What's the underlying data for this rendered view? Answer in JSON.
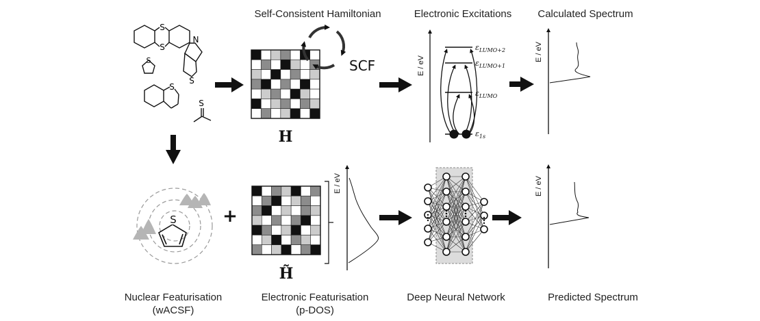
{
  "captions": {
    "self_consistent_hamiltonian": "Self-Consistent Hamiltonian",
    "electronic_excitations": "Electronic Excitations",
    "calculated_spectrum": "Calculated Spectrum",
    "nuclear_featurisation": "Nuclear Featurisation",
    "nuclear_featurisation_sub": "(wACSF)",
    "electronic_featurisation": "Electronic Featurisation",
    "electronic_featurisation_sub": "(p-DOS)",
    "deep_neural_network": "Deep Neural Network",
    "predicted_spectrum": "Predicted Spectrum"
  },
  "labels": {
    "scf": "SCF",
    "hamiltonian_symbol": "H",
    "featurised_hamiltonian_symbol": "H̃",
    "energy_axis": "E / eV",
    "plus": "+",
    "sulfur": "S",
    "nitrogen": "N"
  },
  "levels": {
    "lumo2": {
      "base": "ε",
      "sub": "LUMO+2"
    },
    "lumo1": {
      "base": "ε",
      "sub": "LUMO+1"
    },
    "lumo": {
      "base": "ε",
      "sub": "LUMO"
    },
    "core": {
      "base": "ε",
      "sub": "1s"
    }
  },
  "colors": {
    "ink": "#111111",
    "gray_light": "#cccccc",
    "gray_mid": "#8c8c8c",
    "gray_dark": "#555555",
    "wacsf_gray": "#b5b5b5"
  },
  "matrix_H": [
    [
      3,
      0,
      1,
      2,
      0,
      3,
      0
    ],
    [
      0,
      2,
      0,
      3,
      1,
      0,
      2
    ],
    [
      1,
      0,
      3,
      0,
      2,
      0,
      1
    ],
    [
      2,
      3,
      0,
      2,
      0,
      3,
      0
    ],
    [
      0,
      1,
      2,
      0,
      3,
      1,
      0
    ],
    [
      3,
      0,
      1,
      2,
      0,
      2,
      1
    ],
    [
      0,
      2,
      0,
      1,
      3,
      0,
      3
    ]
  ],
  "matrix_Htilde": [
    [
      3,
      0,
      2,
      1,
      3,
      0,
      2
    ],
    [
      0,
      2,
      3,
      0,
      1,
      2,
      0
    ],
    [
      2,
      3,
      0,
      1,
      0,
      2,
      1
    ],
    [
      1,
      0,
      2,
      0,
      2,
      3,
      0
    ],
    [
      3,
      2,
      0,
      1,
      3,
      0,
      1
    ],
    [
      0,
      1,
      3,
      0,
      2,
      1,
      0
    ],
    [
      2,
      0,
      1,
      3,
      0,
      2,
      3
    ]
  ]
}
